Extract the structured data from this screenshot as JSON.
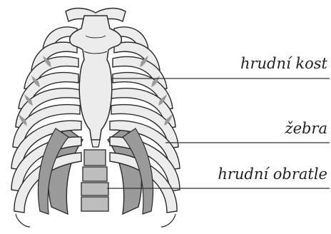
{
  "labels": {
    "sternum": "hrudní kost",
    "ribs": "žebra",
    "vertebrae": "hrudní obratle"
  },
  "colors": {
    "bone_fill": "#ececec",
    "rib_shadow": "#9a9a9a",
    "spine_fill": "#bdbdbd",
    "outline": "#2a2a2a",
    "leader_line": "#333333"
  }
}
